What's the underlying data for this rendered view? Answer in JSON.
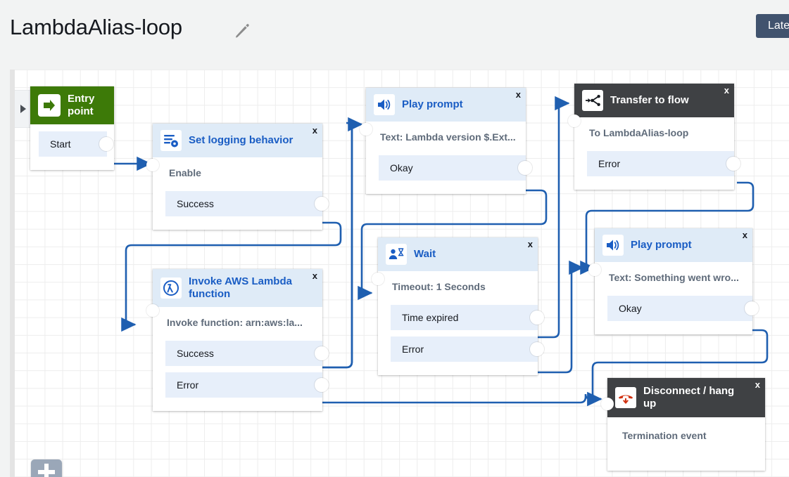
{
  "header": {
    "title": "LambdaAlias-loop",
    "edit_icon": "pencil-icon",
    "latest_button": "Latest"
  },
  "canvas": {
    "palette_toggle_icon": "chevron-right-icon",
    "zoom_in_icon": "plus-icon"
  },
  "nodes": [
    {
      "id": "entry-point",
      "title": "Entry point",
      "icon": "arrow-enter-icon",
      "header_style": "green",
      "body": "",
      "ports": [
        "Start"
      ],
      "close": ""
    },
    {
      "id": "set-logging-behavior",
      "title": "Set logging behavior",
      "icon": "log-settings-icon",
      "header_style": "blue",
      "body": "Enable",
      "ports": [
        "Success"
      ],
      "close": "x"
    },
    {
      "id": "invoke-aws-lambda-function",
      "title": "Invoke AWS Lambda function",
      "icon": "lambda-icon",
      "header_style": "blue",
      "body": "Invoke function: arn:aws:la...",
      "ports": [
        "Success",
        "Error"
      ],
      "close": "x"
    },
    {
      "id": "play-prompt-1",
      "title": "Play prompt",
      "icon": "speaker-icon",
      "header_style": "blue",
      "body": "Text: Lambda version $.Ext...",
      "ports": [
        "Okay"
      ],
      "close": "x"
    },
    {
      "id": "wait",
      "title": "Wait",
      "icon": "person-hourglass-icon",
      "header_style": "blue",
      "body": "Timeout: 1 Seconds",
      "ports": [
        "Time expired",
        "Error"
      ],
      "close": "x"
    },
    {
      "id": "transfer-to-flow",
      "title": "Transfer to flow",
      "icon": "branch-transfer-icon",
      "header_style": "dark",
      "body": "To LambdaAlias-loop",
      "ports": [
        "Error"
      ],
      "close": "x"
    },
    {
      "id": "play-prompt-2",
      "title": "Play prompt",
      "icon": "speaker-icon",
      "header_style": "blue",
      "body": "Text: Something went wro...",
      "ports": [
        "Okay"
      ],
      "close": "x"
    },
    {
      "id": "disconnect-hang-up",
      "title": "Disconnect / hang up",
      "icon": "phone-hangup-icon",
      "header_style": "dark",
      "body": "Termination event",
      "ports": [],
      "close": "x"
    }
  ],
  "colors": {
    "connector": "#1f5fb0",
    "node_header_blue": "#dfebf7",
    "node_header_dark": "#3f4144",
    "node_header_green": "#3d7a08",
    "port_row": "#e7effa",
    "accent_title": "#1a5dc4",
    "latest_button_bg": "#41536e",
    "canvas_bg": "#ffffff",
    "grid_line": "#ededed",
    "page_bg": "#f2f3f3"
  }
}
